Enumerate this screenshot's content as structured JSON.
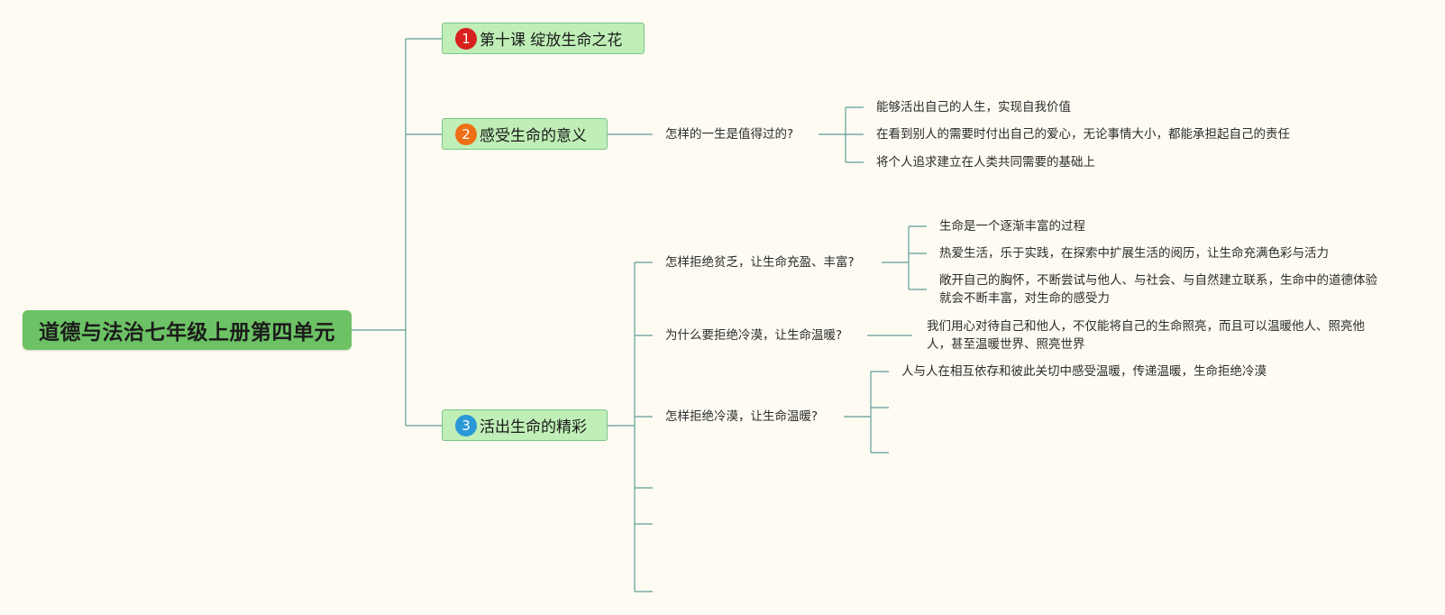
{
  "colors": {
    "background": "#fefcf2",
    "root_fill": "#6cc264",
    "topic_fill": "#bfeeb6",
    "topic_border": "#7cc48a",
    "connector": "#5f9c97",
    "badge_1": "#d8201c",
    "badge_2": "#ee6f16",
    "badge_3": "#2a98d6"
  },
  "root": {
    "label": "道德与法治七年级上册第四单元"
  },
  "topics": [
    {
      "badge": "1",
      "label": "第十课 绽放生命之花"
    },
    {
      "badge": "2",
      "label": "感受生命的意义"
    },
    {
      "badge": "3",
      "label": "活出生命的精彩"
    }
  ],
  "meaning": {
    "question": "怎样的一生是值得过的?",
    "answers": [
      "能够活出自己的人生，实现自我价值",
      "在看到别人的需要时付出自己的爱心，无论事情大小，都能承担起自己的责任",
      "将个人追求建立在人类共同需要的基础上"
    ]
  },
  "splendid": {
    "q1": {
      "question": "怎样拒绝贫乏，让生命充盈、丰富?",
      "answers": [
        "生命是一个逐渐丰富的过程",
        "热爱生活，乐于实践，在探索中扩展生活的阅历，让生命充满色彩与活力",
        "敞开自己的胸怀，不断尝试与他人、与社会、与自然建立联系，生命中的道德体验就会不断丰富，对生命的感受力"
      ]
    },
    "q2": {
      "question": "为什么要拒绝冷漠，让生命温暖?",
      "answer": "我们用心对待自己和他人，不仅能将自己的生命照亮，而且可以温暖他人、照亮他人，甚至温暖世界、照亮世界"
    },
    "q3": {
      "question": "怎样拒绝冷漠，让生命温暖?",
      "answers": [
        "人与人在相互依存和彼此关切中感受温暖，传递温暖，生命拒绝冷漠"
      ]
    }
  }
}
